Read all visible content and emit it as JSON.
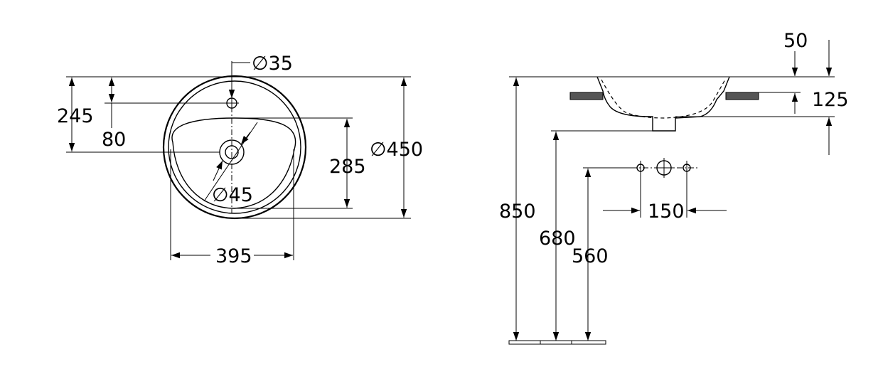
{
  "top_view": {
    "hole_diameter": "∅35",
    "drain_diameter": "∅45",
    "outer_diameter": "∅450",
    "dim_245": "245",
    "dim_80": "80",
    "dim_285": "285",
    "dim_395": "395"
  },
  "side_view": {
    "dim_50": "50",
    "dim_125": "125",
    "dim_850": "850",
    "dim_680": "680",
    "dim_560": "560",
    "dim_150": "150"
  }
}
